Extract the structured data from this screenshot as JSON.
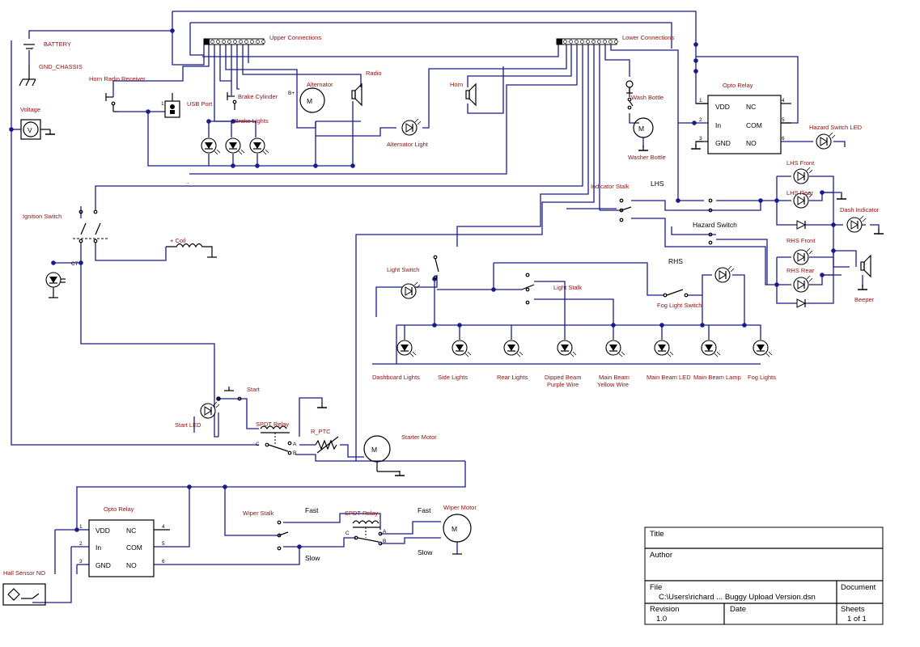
{
  "labels": {
    "battery": "BATTERY",
    "gnd_chassis": "GND_CHASSIS",
    "voltage": "Voltage",
    "horn_radio_receiver": "Horn Radio Receiver",
    "usb_port": "USB Port",
    "brake_cylinder": "Brake Cylinder",
    "brake_lights": "Brake Lights",
    "alternator": "Alternator",
    "radio": "Radio",
    "horn": "Horn",
    "alternator_light": "Alternator Light",
    "upper_connections": "Upper Connections",
    "lower_connections": "Lower Connections",
    "wash_bottle": "Wash Bottle",
    "washer_bottle": "Washer Bottle",
    "opto_relay_top": "Opto Relay",
    "hazard_switch_led": "Hazard Switch LED",
    "ignition_switch": "Ignition Switch",
    "coil": "+ Coil",
    "indicator_stalk": "Indicator Stalk",
    "lhs": "LHS",
    "rhs": "RHS",
    "hazard_switch": "Hazard Switch",
    "lhs_front": "LHS Front",
    "lhs_rear": "LHS Rear",
    "dash_indicator": "Dash Indicator",
    "rhs_front": "RHS Front",
    "rhs_rear": "RHS Rear",
    "beeper": "Beeper",
    "light_switch": "Light Switch",
    "light_stalk": "Light Stalk",
    "fog_light_switch": "Fog Light Switch",
    "dashboard_lights": "Dashboard Lights",
    "side_lights": "Side Lights",
    "rear_lights": "Rear Lights",
    "dipped_beam": "Dipped Beam",
    "purple_wire": "Purple Wire",
    "main_beam": "Main Beam",
    "yellow_wire": "Yellow Wire",
    "main_beam_led": "Main Beam LED",
    "main_beam_lamp": "Main Beam Lamp",
    "fog_lights": "Fog Lights",
    "start": "Start",
    "start_led": "Start LED",
    "spdt_relay": "SPDT Relay",
    "r_ptc": "R_PTC",
    "starter_motor": "Starter Motor",
    "opto_relay_bottom": "Opto Relay",
    "wiper_stalk": "Wiper Stalk",
    "fast": "Fast",
    "slow": "Slow",
    "wiper_motor": "Wiper Motor",
    "hall_sensor": "Hall Sensor NO",
    "b_plus": "B+",
    "m": "M",
    "v": "V",
    "c7": "C7",
    "pin_c": "C",
    "pin_a": "A",
    "pin_b": "B",
    "dotdot": "..",
    "vdd": "VDD",
    "nc": "NC",
    "in": "In",
    "com": "COM",
    "gnd": "GND",
    "no": "NO",
    "pin1": "1",
    "pin2": "2",
    "pin3": "3",
    "pin4": "4",
    "pin5": "5",
    "pin6": "6",
    "plus": "+",
    "usb_pin": "1"
  },
  "title_block": {
    "title_label": "Title",
    "author_label": "Author",
    "file_label": "File",
    "file_value": "C:\\Users\\richard ... Buggy Upload Version.dsn",
    "document_label": "Document",
    "revision_label": "Revision",
    "revision_value": "1.0",
    "date_label": "Date",
    "sheets_label": "Sheets",
    "sheets_value": "1 of 1"
  },
  "colors": {
    "wire": "#1b1b8f",
    "label": "#8b1010",
    "component": "#000000"
  }
}
